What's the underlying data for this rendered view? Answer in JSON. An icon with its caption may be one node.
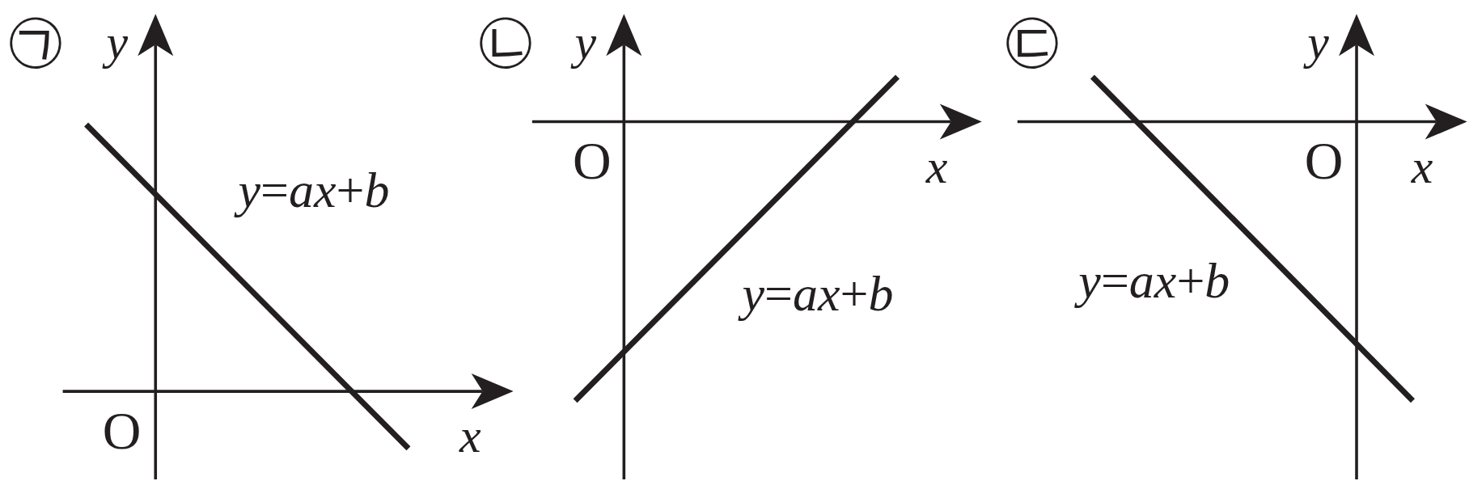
{
  "diagram": {
    "labels": [
      "㉠",
      "y",
      "*y*=*ax*+*b*",
      "O",
      "x",
      "㉡",
      "y",
      "O",
      "x",
      "*y*=*ax*+*b*",
      "㉢",
      "y",
      "O",
      "x",
      "*y*=*ax*+*b*"
    ]
  }
}
